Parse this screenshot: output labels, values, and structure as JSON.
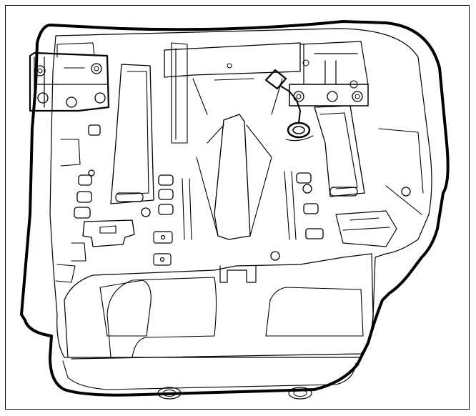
{
  "diagram": {
    "colors": {
      "line": "#000000",
      "background": "#ffffff"
    },
    "parts": [
      "seat-cushion-frame",
      "left-hinge-bracket",
      "right-hinge-bracket",
      "wire-harness-connector",
      "grommet",
      "center-rail",
      "front-fastener-holes"
    ]
  }
}
